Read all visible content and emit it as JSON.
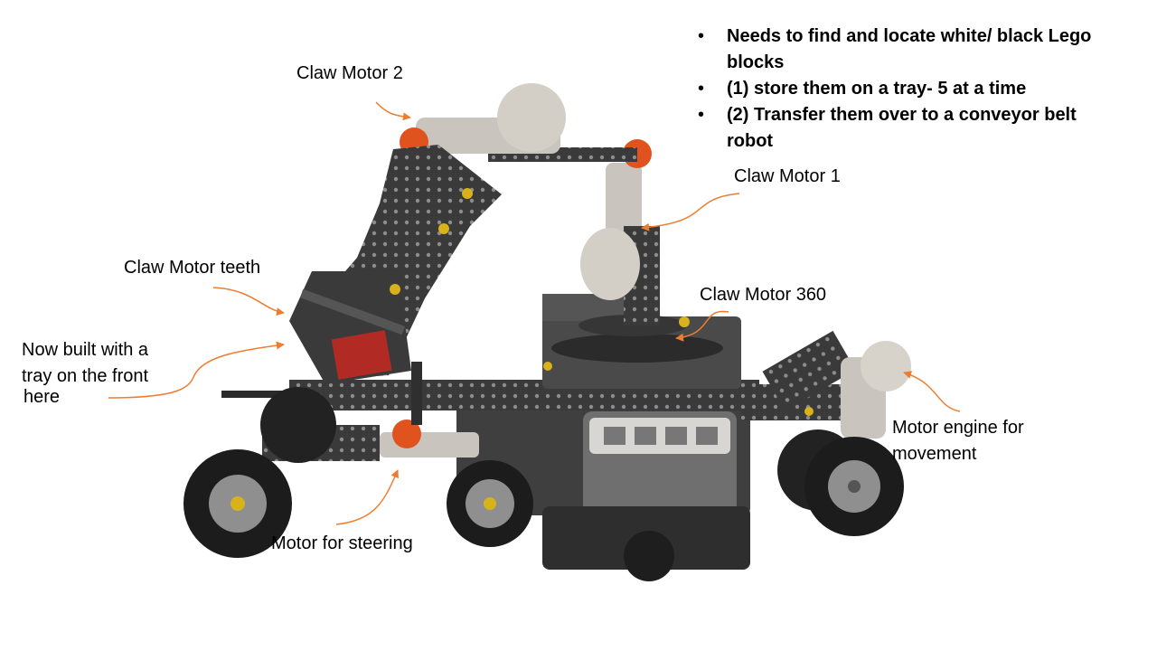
{
  "bullets": [
    "Needs to find and locate white/ black Lego blocks",
    " (1) store them on a tray- 5 at a time",
    "(2) Transfer them over to a conveyor belt robot"
  ],
  "labels": {
    "claw_motor_2": "Claw Motor 2",
    "claw_motor_1": "Claw Motor 1",
    "claw_motor_teeth": "Claw Motor teeth",
    "claw_motor_360": "Claw Motor 360",
    "tray_line1": "Now built with a",
    "tray_line2": "tray on the front",
    "tray_line3": "here",
    "engine_line1": "Motor engine for",
    "engine_line2": "movement",
    "steering": "Motor for steering"
  },
  "colors": {
    "arrow": "#ed7d31",
    "body_dark": "#3c3c3c",
    "body_gray": "#7a7a7a",
    "motor_light": "#c9c4bd",
    "accent_orange": "#e0531f",
    "hub_yellow": "#d8b21a"
  }
}
